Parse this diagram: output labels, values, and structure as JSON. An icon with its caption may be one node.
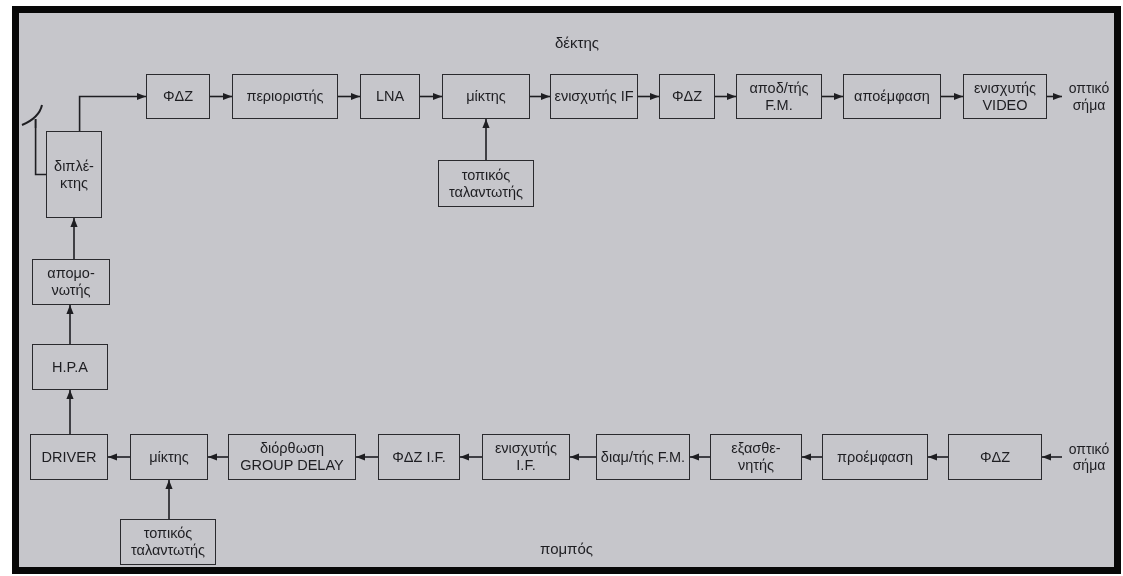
{
  "diagram": {
    "nodes": [
      {
        "text": [],
        "shape": "picture"
      },
      {
        "text": [
          "διπλέ- κτης"
        ]
      },
      {
        "text": [
          "ΦΔΖ"
        ]
      },
      {
        "text": [
          "περιοριστής"
        ]
      },
      {
        "text": [
          "LNA"
        ]
      },
      {
        "text": [
          "μίκτης"
        ]
      },
      {
        "text": [
          "τοπικός ταλαντωτής"
        ]
      },
      {
        "text": [
          "ενισχυτής IF"
        ]
      },
      {
        "text": [
          "ΦΔΖ"
        ]
      },
      {
        "text": [
          "αποδ/τής F.M."
        ]
      },
      {
        "text": [
          "αποέμφαση"
        ]
      },
      {
        "text": [
          "ενισχυτής VIDEO"
        ]
      },
      {
        "text": [
          "οπτικό σήμα"
        ]
      },
      {
        "text": [
          "οπτικό σήμα"
        ]
      },
      {
        "text": [
          "ΦΔΖ"
        ]
      },
      {
        "text": [
          "προέμφαση"
        ]
      },
      {
        "text": [
          "εξασθε- νητής"
        ]
      },
      {
        "text": [
          "διαμ/τής F.M."
        ]
      },
      {
        "text": [
          "ενισχυτής I.F."
        ]
      },
      {
        "text": [
          "ΦΔΖ I.F."
        ]
      },
      {
        "text": [
          "διόρθωση GROUP DELAY"
        ]
      },
      {
        "text": [
          "μίκτης"
        ]
      },
      {
        "text": [
          "τοπικός ταλαντωτής"
        ]
      },
      {
        "text": [
          "DRIVER"
        ]
      },
      {
        "text": [
          "H.P.A"
        ]
      },
      {
        "text": [
          "απομο- νωτής"
        ]
      }
    ],
    "edges": [
      {
        "from": 0,
        "to": 1,
        "arrow": "none"
      },
      {
        "from": 1,
        "to": 2,
        "arrow": "to"
      },
      {
        "from": 2,
        "to": 3,
        "arrow": "to"
      },
      {
        "from": 3,
        "to": 4,
        "arrow": "to"
      },
      {
        "from": 4,
        "to": 5,
        "arrow": "to"
      },
      {
        "from": 6,
        "to": 5,
        "arrow": "to"
      },
      {
        "from": 5,
        "to": 7,
        "arrow": "to"
      },
      {
        "from": 7,
        "to": 8,
        "arrow": "to"
      },
      {
        "from": 8,
        "to": 9,
        "arrow": "to"
      },
      {
        "from": 9,
        "to": 10,
        "arrow": "to"
      },
      {
        "from": 10,
        "to": 11,
        "arrow": "to"
      },
      {
        "from": 11,
        "to": 12,
        "arrow": "to"
      },
      {
        "from": 13,
        "to": 14,
        "arrow": "to"
      },
      {
        "from": 14,
        "to": 15,
        "arrow": "to"
      },
      {
        "from": 15,
        "to": 16,
        "arrow": "to"
      },
      {
        "from": 16,
        "to": 17,
        "arrow": "to"
      },
      {
        "from": 17,
        "to": 18,
        "arrow": "to"
      },
      {
        "from": 18,
        "to": 19,
        "arrow": "to"
      },
      {
        "from": 19,
        "to": 20,
        "arrow": "to"
      },
      {
        "from": 20,
        "to": 21,
        "arrow": "to"
      },
      {
        "from": 22,
        "to": 21,
        "arrow": "to"
      },
      {
        "from": 21,
        "to": 23,
        "arrow": "to"
      },
      {
        "from": 23,
        "to": 24,
        "arrow": "to"
      },
      {
        "from": 24,
        "to": 25,
        "arrow": "to"
      },
      {
        "from": 25,
        "to": 1,
        "arrow": "to"
      }
    ],
    "labels": [
      "δέκτης",
      "πομπός"
    ]
  }
}
